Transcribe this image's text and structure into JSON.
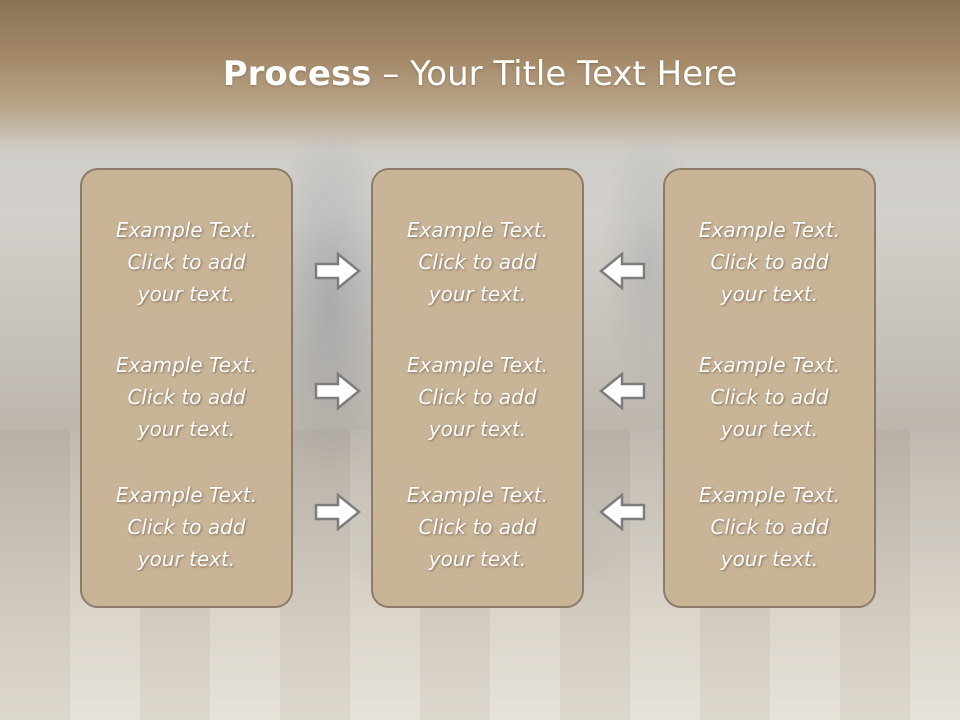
{
  "slide": {
    "title_bold": "Process",
    "title_rest": " – Your Title Text Here"
  },
  "columns": [
    {
      "items": [
        {
          "line1": "Example Text.",
          "line2": "Click  to add",
          "line3": "your text."
        },
        {
          "line1": "Example Text.",
          "line2": "Click  to add",
          "line3": "your text."
        },
        {
          "line1": "Example Text.",
          "line2": "Click  to add",
          "line3": "your text."
        }
      ]
    },
    {
      "items": [
        {
          "line1": "Example Text.",
          "line2": "Click  to add",
          "line3": "your text."
        },
        {
          "line1": "Example Text.",
          "line2": "Click  to add",
          "line3": "your text."
        },
        {
          "line1": "Example Text.",
          "line2": "Click  to add",
          "line3": "your text."
        }
      ]
    },
    {
      "items": [
        {
          "line1": "Example Text.",
          "line2": "Click  to add",
          "line3": "your text."
        },
        {
          "line1": "Example Text.",
          "line2": "Click  to add",
          "line3": "your text."
        },
        {
          "line1": "Example Text.",
          "line2": "Click  to add",
          "line3": "your text."
        }
      ]
    }
  ],
  "arrows": {
    "left_group": [
      "arrow-right-icon",
      "arrow-right-icon",
      "arrow-right-icon"
    ],
    "right_group": [
      "arrow-left-icon",
      "arrow-left-icon",
      "arrow-left-icon"
    ]
  },
  "colors": {
    "header": "#8a7255",
    "panel": "#c9b497",
    "panel_border": "#8a7a66",
    "text": "#ffffff"
  }
}
